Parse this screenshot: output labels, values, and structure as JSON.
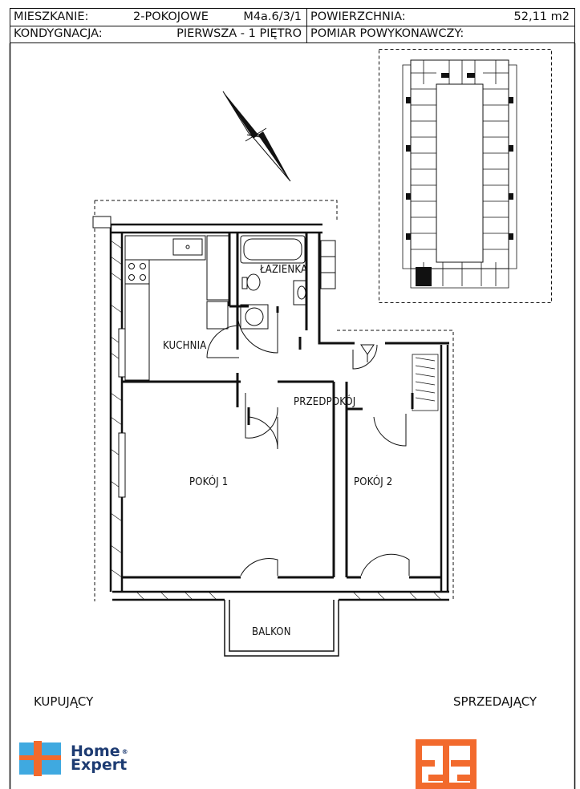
{
  "header": {
    "row1": {
      "label": "MIESZKANIE:",
      "value": "2-POKOJOWE",
      "code": "M4a.6/3/1",
      "right_label": "POWIERZCHNIA:",
      "right_value": "52,11 m2"
    },
    "row2": {
      "label": "KONDYGNACJA:",
      "value": "PIERWSZA - 1 PIĘTRO",
      "right_label": "POMIAR POWYKONAWCZY:"
    }
  },
  "rooms": {
    "lazienka": "ŁAZIENKA",
    "kuchnia": "KUCHNIA",
    "przedpokoj": "PRZEDPOKÓJ",
    "pokoj1": "POKÓJ 1",
    "pokoj2": "POKÓJ 2",
    "balkon": "BALKON"
  },
  "signatures": {
    "buyer": "KUPUJĄCY",
    "seller": "SPRZEDAJĄCY"
  },
  "logo": {
    "line1": "Home",
    "line2": "Expert",
    "mark": "®",
    "color_blue": "#3fa9e0",
    "color_orange": "#f26a2d",
    "color_navy": "#1d3b72"
  }
}
